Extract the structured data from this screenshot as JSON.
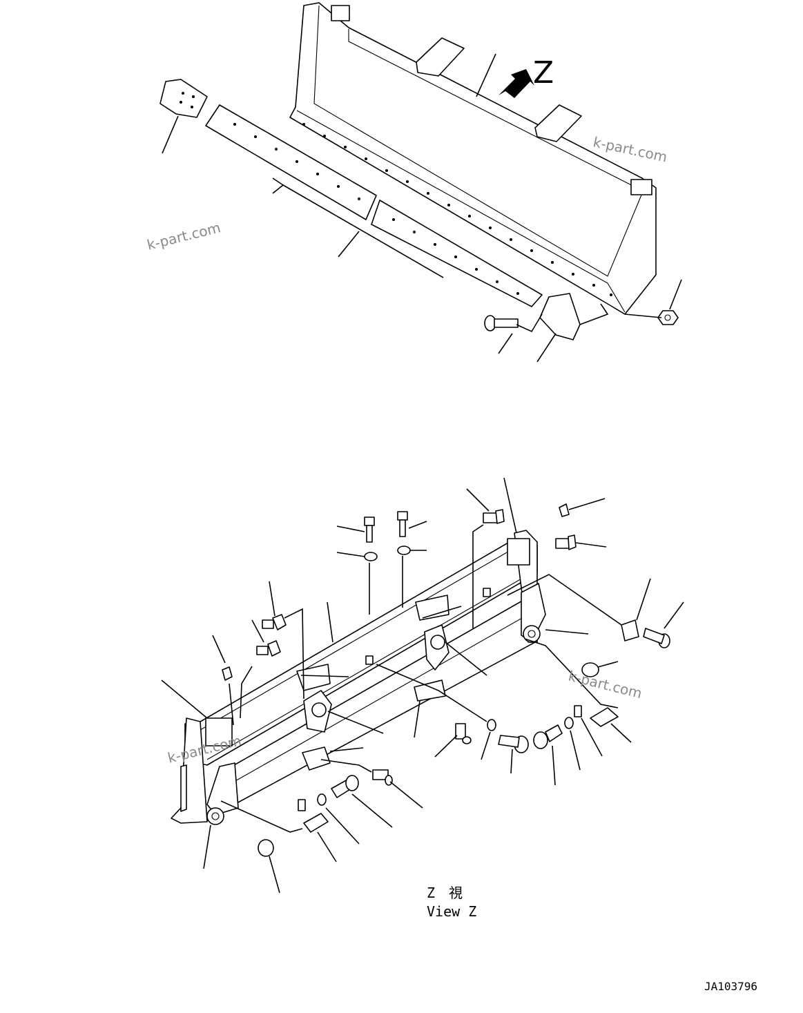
{
  "drawing": {
    "view_arrow_label": "Z",
    "view_caption_jp": "Z　視",
    "view_caption_en": "View Z",
    "drawing_number": "JA103796"
  },
  "watermarks": [
    {
      "id": "wm1",
      "text": "k-part.com"
    },
    {
      "id": "wm2",
      "text": "k-part.com"
    },
    {
      "id": "wm3",
      "text": "k-part.com"
    },
    {
      "id": "wm4",
      "text": "k-part.com"
    }
  ]
}
